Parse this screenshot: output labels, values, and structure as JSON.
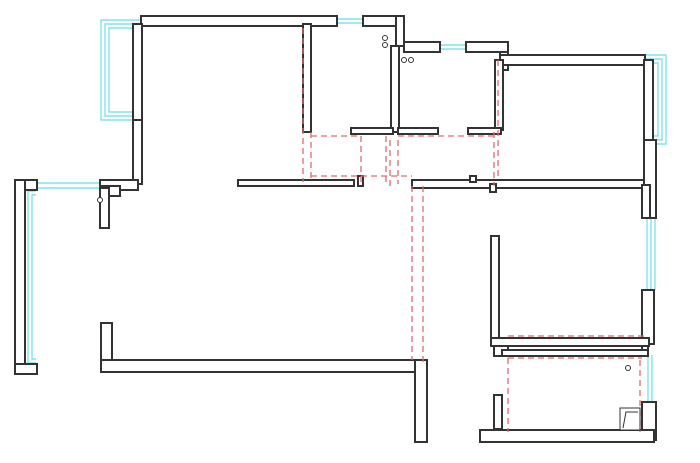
{
  "colors": {
    "wall_outline": "#333333",
    "window": "#7fe3ea",
    "partition_dash": "#e06a6a",
    "background": "#ffffff"
  },
  "plan": {
    "kind": "floor-plan",
    "fixtures": [
      "stove-burners",
      "stove-burners",
      "floor-drain",
      "floor-drain",
      "stair-corner"
    ]
  }
}
